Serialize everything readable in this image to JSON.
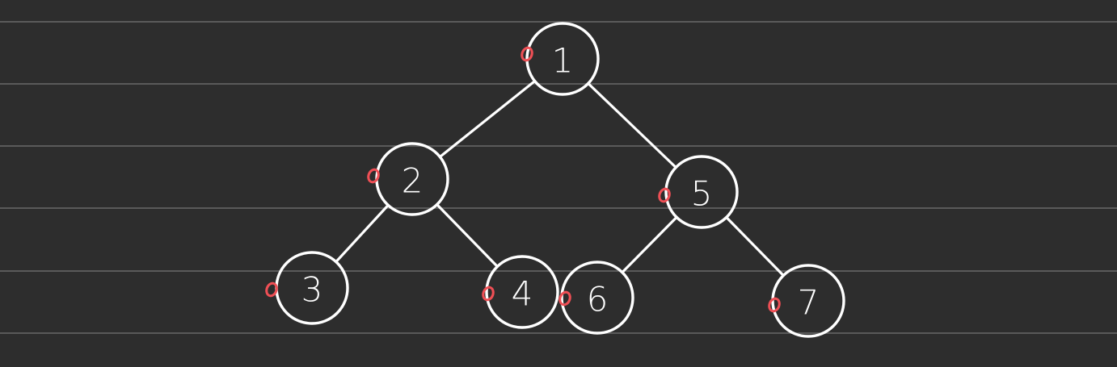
{
  "colors": {
    "background": "#2d2d2d",
    "ruled_line": "#5a5a5a",
    "ink": "#ffffff",
    "marker": "#ef4f55"
  },
  "tree": {
    "nodes": [
      {
        "id": "n1",
        "label": "1"
      },
      {
        "id": "n2",
        "label": "2"
      },
      {
        "id": "n5",
        "label": "5"
      },
      {
        "id": "n3",
        "label": "3"
      },
      {
        "id": "n4",
        "label": "4"
      },
      {
        "id": "n6",
        "label": "6"
      },
      {
        "id": "n7",
        "label": "7"
      }
    ],
    "edges": [
      {
        "from": "n1",
        "to": "n2"
      },
      {
        "from": "n1",
        "to": "n5"
      },
      {
        "from": "n2",
        "to": "n3"
      },
      {
        "from": "n2",
        "to": "n4"
      },
      {
        "from": "n5",
        "to": "n6"
      },
      {
        "from": "n5",
        "to": "n7"
      }
    ]
  }
}
